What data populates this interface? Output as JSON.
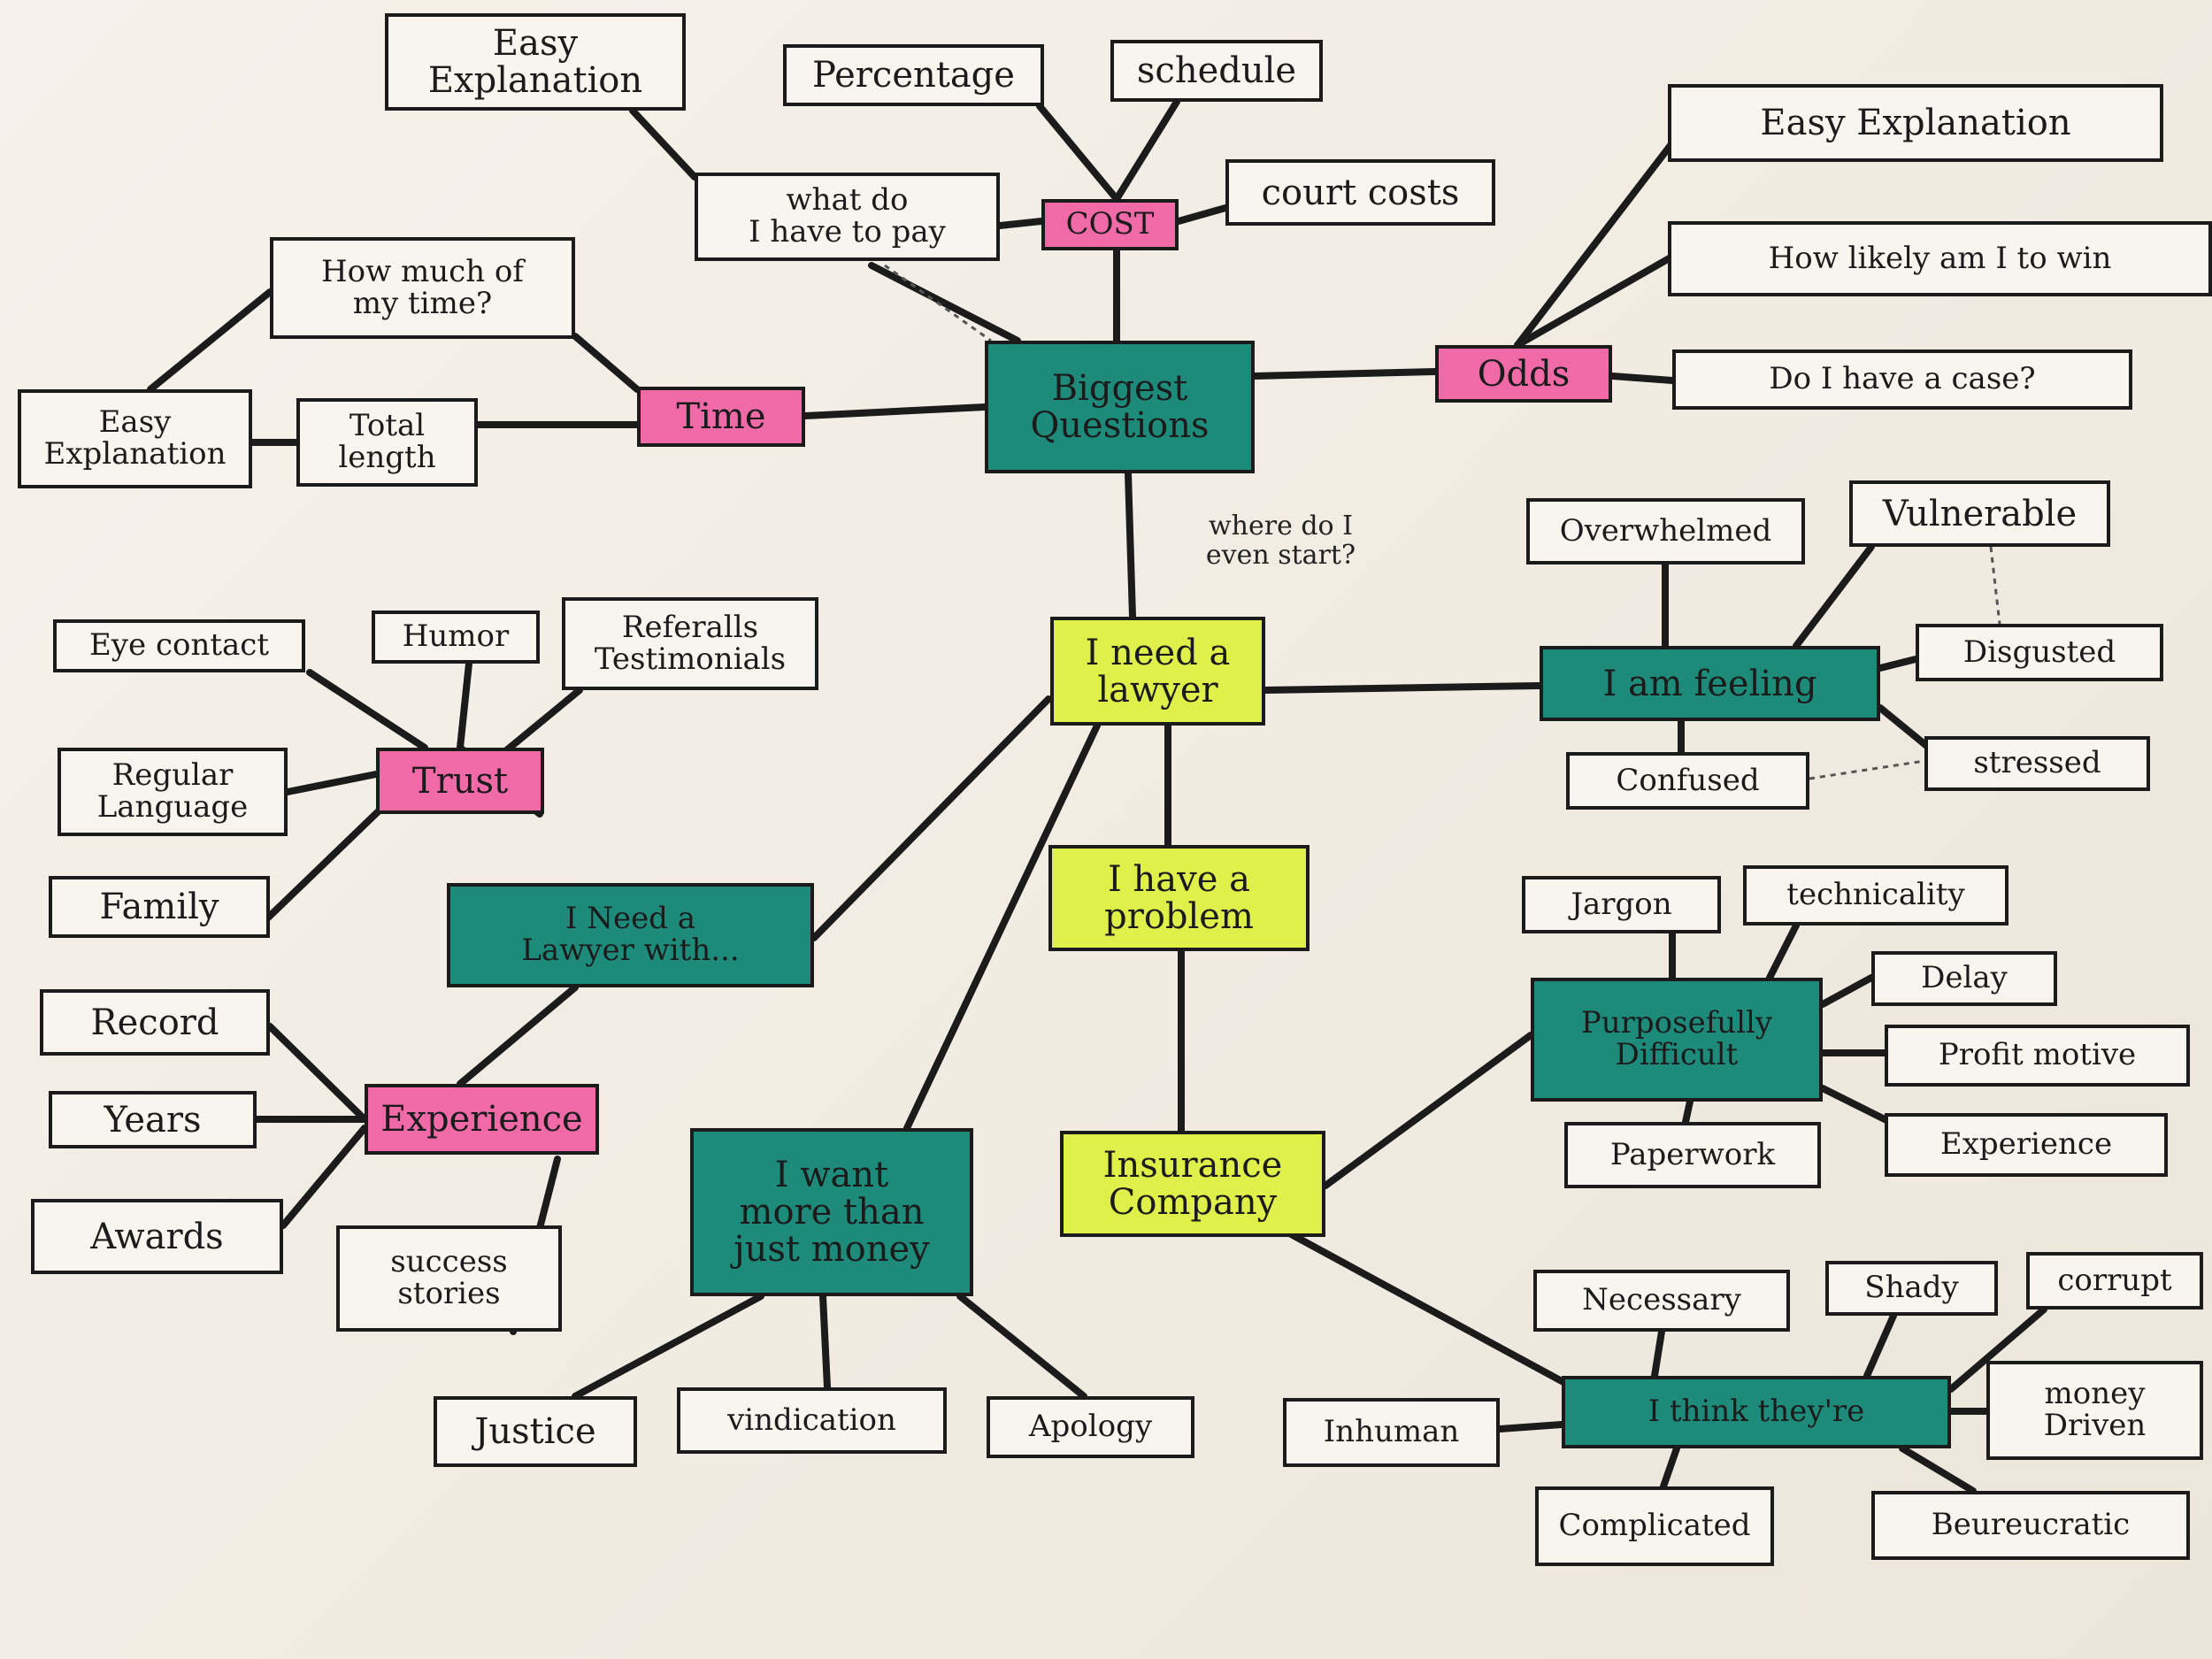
{
  "nodes": {
    "biggest_questions": "Biggest\nQuestions",
    "cost": "COST",
    "time": "Time",
    "odds": "Odds",
    "what_do_i_pay": "what do\nI have to pay",
    "percentage": "Percentage",
    "schedule": "schedule",
    "court_costs": "court costs",
    "easy_explanation_cost": "Easy\nExplanation",
    "how_much_time": "How much of\nmy time?",
    "total_length": "Total\nlength",
    "easy_explanation_time": "Easy\nExplanation",
    "easy_explanation_odds": "Easy Explanation",
    "how_likely": "How likely am I to win",
    "have_a_case": "Do I have a case?",
    "need_a_lawyer": "I need a\nlawyer",
    "need_lawyer_with": "I Need a\nLawyer with...",
    "trust": "Trust",
    "eye_contact": "Eye contact",
    "humor": "Humor",
    "referrals": "Referalls\nTestimonials",
    "regular_language": "Regular\nLanguage",
    "family": "Family",
    "experience": "Experience",
    "record": "Record",
    "years": "Years",
    "awards": "Awards",
    "success_stories": "success\nstories",
    "i_am_feeling": "I am feeling",
    "overwhelmed": "Overwhelmed",
    "vulnerable": "Vulnerable",
    "disgusted": "Disgusted",
    "stressed": "stressed",
    "confused": "Confused",
    "i_have_problem": "I have a\nproblem",
    "insurance_company": "Insurance\nCompany",
    "want_more_than_money": "I want\nmore than\njust money",
    "justice": "Justice",
    "vindication": "vindication",
    "apology": "Apology",
    "purposefully_difficult": "Purposefully\nDifficult",
    "jargon": "Jargon",
    "technicality": "technicality",
    "delay": "Delay",
    "profit_motive": "Profit motive",
    "experience_2": "Experience",
    "paperwork": "Paperwork",
    "i_think_theyre": "I think they're",
    "necessary": "Necessary",
    "shady": "Shady",
    "corrupt": "corrupt",
    "money_driven": "money\nDriven",
    "bureaucratic": "Beureucratic",
    "complicated": "Complicated",
    "inhuman": "Inhuman"
  },
  "annotations": {
    "where_start": "where do I\neven start?"
  },
  "colors": {
    "pink": "#f06aa8",
    "teal": "#1e8a7a",
    "yellow": "#dff04a",
    "ink": "#1b1b1b"
  }
}
